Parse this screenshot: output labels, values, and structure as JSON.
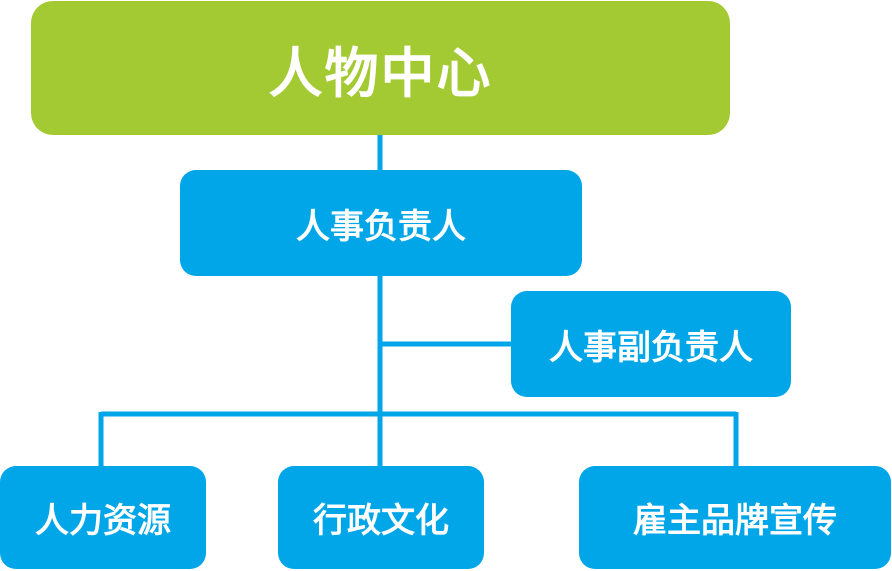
{
  "colors": {
    "root_fill": "#A4CA33",
    "node_fill": "#00A6E8",
    "connector": "#00A6E8",
    "text": "#FFFFFF"
  },
  "root": {
    "label": "人物中心"
  },
  "head": {
    "label": "人事负责人"
  },
  "deputy": {
    "label": "人事副负责人"
  },
  "branches": [
    {
      "label": "人力资源"
    },
    {
      "label": "行政文化"
    },
    {
      "label": "雇主品牌宣传"
    }
  ]
}
